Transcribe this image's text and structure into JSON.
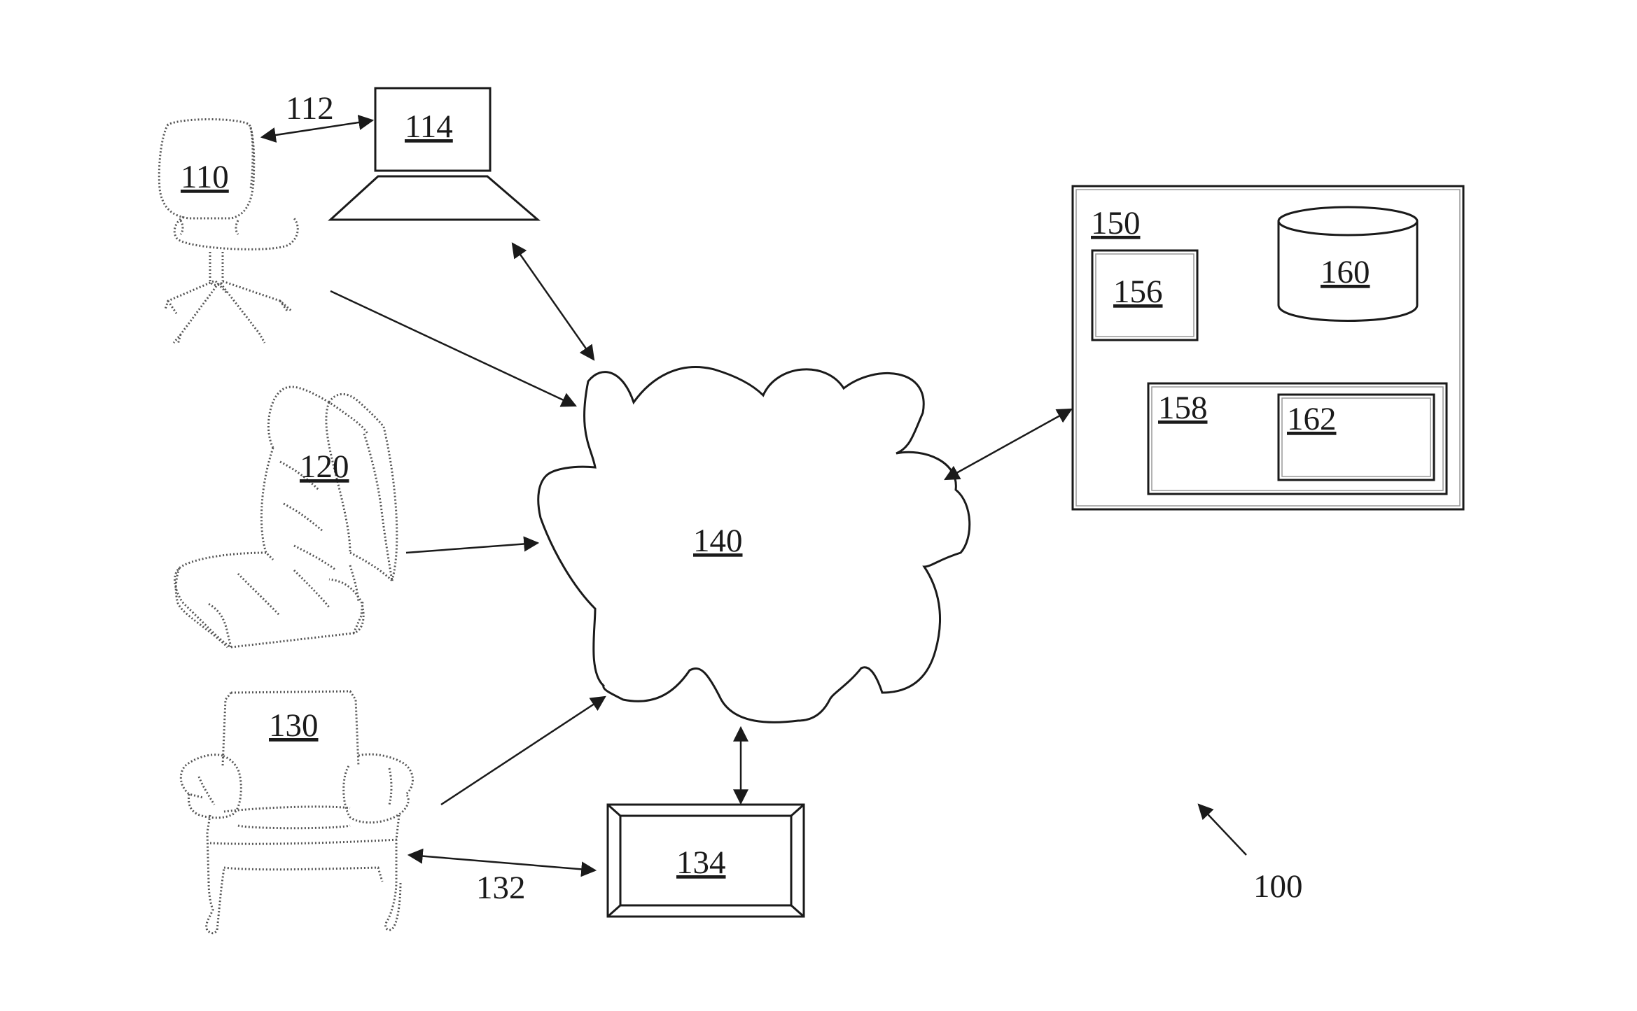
{
  "labels": {
    "office_chair": "110",
    "link_112": "112",
    "laptop": "114",
    "car_seat": "120",
    "armchair": "130",
    "link_132": "132",
    "display": "134",
    "network": "140",
    "server": "150",
    "module_156": "156",
    "module_158": "158",
    "database": "160",
    "module_162": "162",
    "system": "100"
  },
  "colors": {
    "ink": "#1a1a1a",
    "dotted_ink": "#555555",
    "background": "#ffffff"
  }
}
